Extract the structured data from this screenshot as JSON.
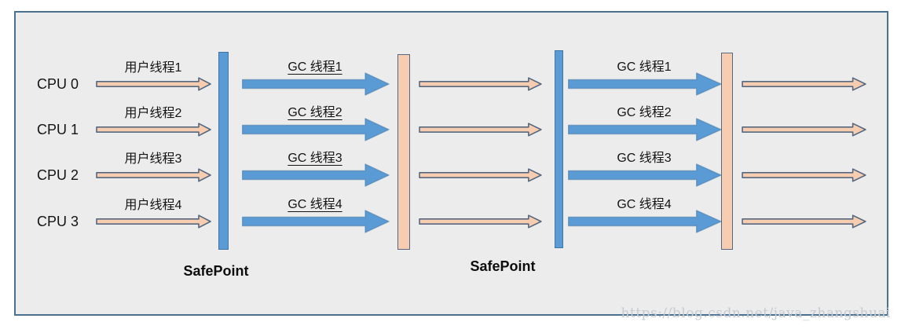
{
  "diagram": {
    "cpus": [
      "CPU 0",
      "CPU 1",
      "CPU 2",
      "CPU 3"
    ],
    "user_threads": [
      "用户线程1",
      "用户线程2",
      "用户线程3",
      "用户线程4"
    ],
    "gc_threads_phase1": [
      "GC 线程1",
      "GC 线程2",
      "GC 线程3",
      "GC 线程4"
    ],
    "gc_threads_phase2": [
      "GC 线程1",
      "GC 线程2",
      "GC 线程3",
      "GC 线程4"
    ],
    "safepoints": [
      "SafePoint",
      "SafePoint"
    ],
    "watermark": "https://blog.csdn.net/java_zhangshuai",
    "colors": {
      "blue_fill": "#5b9bd5",
      "blue_stroke": "#4178a8",
      "peach_fill": "#f7cdb1",
      "peach_stroke": "#56687f",
      "frame_border": "#4a7191",
      "canvas_bg": "#ececec",
      "text": "#141414",
      "watermark": "#c6cbd2"
    }
  }
}
